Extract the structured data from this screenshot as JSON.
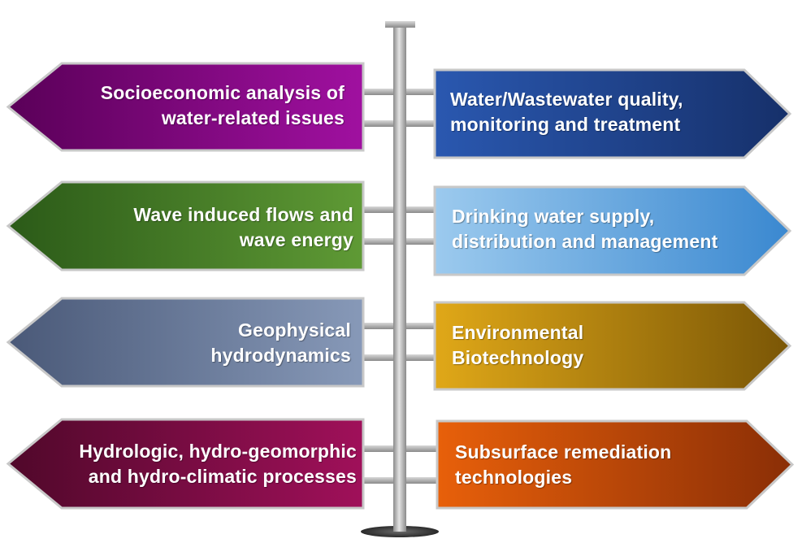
{
  "colors": {
    "pole_light": "#e4e4e4",
    "pole_dark": "#8a8a8a",
    "base": "#4a4a4a",
    "border": "#c8c8c8",
    "text": "#ffffff"
  },
  "signs": {
    "left": [
      {
        "lines": [
          "Socioeconomic analysis of",
          "water-related issues"
        ],
        "color_light": "#a010a0",
        "color_dark": "#5a0058",
        "icon": "arrow-left-sign"
      },
      {
        "lines": [
          "Wave induced flows and",
          "wave energy"
        ],
        "color_light": "#5f9a35",
        "color_dark": "#2b5a18",
        "icon": "arrow-left-sign"
      },
      {
        "lines": [
          "Geophysical",
          "hydrodynamics"
        ],
        "color_light": "#8799b8",
        "color_dark": "#4a5978",
        "icon": "arrow-left-sign"
      },
      {
        "lines": [
          "Hydrologic, hydro-geomorphic",
          "and hydro-climatic processes"
        ],
        "color_light": "#a0105a",
        "color_dark": "#50082a",
        "icon": "arrow-left-sign"
      }
    ],
    "right": [
      {
        "lines": [
          "Water/Wastewater quality,",
          "monitoring and treatment"
        ],
        "color_light": "#2a58b0",
        "color_dark": "#16306a",
        "icon": "arrow-right-sign"
      },
      {
        "lines": [
          "Drinking water supply,",
          "distribution and management"
        ],
        "color_light": "#9ccaee",
        "color_dark": "#3a88d0",
        "icon": "arrow-right-sign"
      },
      {
        "lines": [
          "Environmental",
          "Biotechnology"
        ],
        "color_light": "#e0a818",
        "color_dark": "#7a5606",
        "icon": "arrow-right-sign"
      },
      {
        "lines": [
          "Subsurface remediation",
          "technologies"
        ],
        "color_light": "#e8600a",
        "color_dark": "#8a2e06",
        "icon": "arrow-right-sign"
      }
    ]
  }
}
